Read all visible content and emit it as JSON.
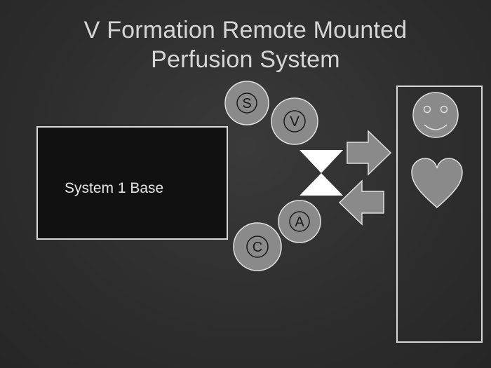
{
  "title": {
    "line1": "V Formation Remote Mounted",
    "line2": "Perfusion System"
  },
  "base": {
    "label": "System 1 Base"
  },
  "circles": [
    {
      "letter": "S"
    },
    {
      "letter": "V"
    },
    {
      "letter": "A"
    },
    {
      "letter": "C"
    }
  ],
  "colors": {
    "background": "#2e2e2e",
    "shape_fill": "#8a8a8a",
    "outline": "#e0e0e0",
    "base_fill": "#111111",
    "title_text": "#d6d6d6"
  },
  "icons": {
    "patient_face": "smiley-icon",
    "patient_heart": "heart-icon",
    "valve": "hourglass-valve-icon",
    "arrow_out": "arrow-right-icon",
    "arrow_in": "arrow-left-icon"
  }
}
